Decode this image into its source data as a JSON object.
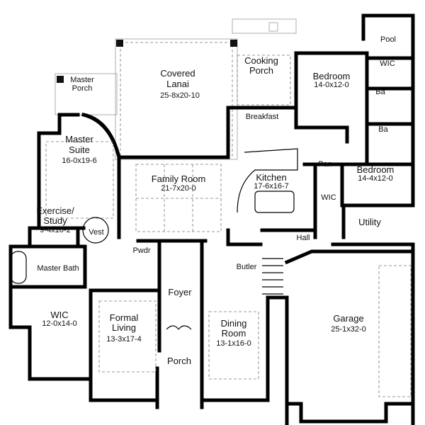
{
  "rooms": {
    "pool": {
      "name": "Pool"
    },
    "cooking_porch": {
      "name1": "Cooking",
      "name2": "Porch"
    },
    "covered_lanai": {
      "name1": "Covered",
      "name2": "Lanai",
      "dim": "25-8x20-10"
    },
    "master_porch": {
      "name1": "Master",
      "name2": "Porch"
    },
    "bedroom1": {
      "name": "Bedroom",
      "dim": "14-0x12-0"
    },
    "wic_top": {
      "name": "WIC"
    },
    "ba1": {
      "name": "Ba"
    },
    "ba2": {
      "name": "Ba"
    },
    "breakfast": {
      "name": "Breakfast"
    },
    "master_suite": {
      "name1": "Master",
      "name2": "Suite",
      "dim": "16-0x19-6"
    },
    "family_room": {
      "name": "Family Room",
      "dim": "21-7x20-0"
    },
    "kitchen": {
      "name": "Kitchen",
      "dim": "17-6x16-7"
    },
    "pan": {
      "name": "Pan"
    },
    "bedroom2": {
      "name": "Bedroom",
      "dim": "14-4x12-0"
    },
    "wic_mid": {
      "name": "WIC"
    },
    "exercise": {
      "name1": "Exercise/",
      "name2": "Study",
      "dim": "9-4x10-2"
    },
    "vest": {
      "name": "Vest"
    },
    "utility": {
      "name": "Utility"
    },
    "hall": {
      "name": "Hall"
    },
    "pwdr": {
      "name": "Pwdr"
    },
    "master_bath": {
      "name": "Master Bath"
    },
    "butler": {
      "name": "Butler"
    },
    "foyer": {
      "name": "Foyer"
    },
    "wic_master": {
      "name": "WIC",
      "dim": "12-0x14-0"
    },
    "formal_living": {
      "name1": "Formal",
      "name2": "Living",
      "dim": "13-3x17-4"
    },
    "dining": {
      "name1": "Dining",
      "name2": "Room",
      "dim": "13-1x16-0"
    },
    "garage": {
      "name": "Garage",
      "dim": "25-1x32-0"
    },
    "porch": {
      "name": "Porch"
    }
  }
}
